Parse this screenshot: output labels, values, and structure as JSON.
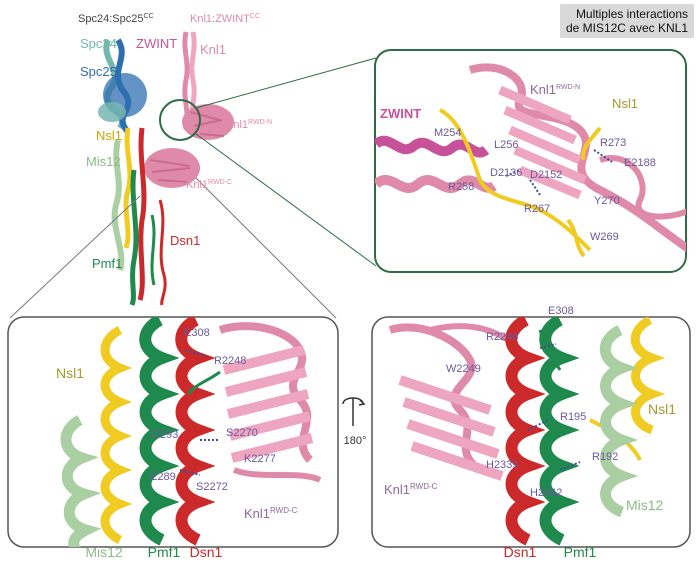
{
  "title": {
    "line1": "Multiples interactions",
    "line2": "de MIS12C avec KNL1"
  },
  "colors": {
    "knl1": "#e08aa9",
    "knl1_light": "#eea6c0",
    "zwint": "#c8529a",
    "nsl1": "#f0cc22",
    "mis12": "#a9cfa3",
    "pmf1": "#1f8a4e",
    "dsn1": "#cc2a2a",
    "spc24": "#74b6b0",
    "spc25": "#2f6fb0",
    "frame": "#2e6b47",
    "residue_label": "#6a58a0",
    "nsl1_label": "#a29a2c"
  },
  "overview": {
    "spc24_spc25cc": "Spc24:Spc25",
    "spc_cc_sup": "CC",
    "knl1_zwintcc": "Knl1:ZWINT",
    "knl1_zwint_sup": "CC",
    "spc24": "Spc24",
    "zwint": "ZWINT",
    "knl1": "Knl1",
    "spc25": "Spc25",
    "knl1_rwdn": "Knl1",
    "knl1_rwdn_sup": "RWD-N",
    "nsl1": "Nsl1",
    "mis12": "Mis12",
    "knl1_rwdc": "Knl1",
    "knl1_rwdc_sup": "RWD-C",
    "dsn1": "Dsn1",
    "pmf1": "Pmf1"
  },
  "panel_n": {
    "zwint": "ZWINT",
    "knl1": "Knl1",
    "knl1_sup": "RWD-N",
    "nsl1": "Nsl1",
    "residues": [
      "M254",
      "L256",
      "R273",
      "E2188",
      "D2136",
      "D2152",
      "R258",
      "R267",
      "Y270",
      "W269"
    ]
  },
  "panel_c1": {
    "nsl1": "Nsl1",
    "knl1": "Knl1",
    "knl1_sup": "RWD-C",
    "bottom": [
      "Mis12",
      "Pmf1",
      "Dsn1"
    ],
    "residues": [
      "E308",
      "R2248",
      "D293",
      "S2270",
      "K2277",
      "E289",
      "S2272"
    ]
  },
  "rotation": "180°",
  "panel_c2": {
    "nsl1": "Nsl1",
    "mis12": "Mis12",
    "knl1": "Knl1",
    "knl1_sup": "RWD-C",
    "bottom": [
      "Dsn1",
      "Pmf1"
    ],
    "residues": [
      "E308",
      "R2248",
      "W2249",
      "R195",
      "R192",
      "H2339",
      "H2342"
    ]
  }
}
